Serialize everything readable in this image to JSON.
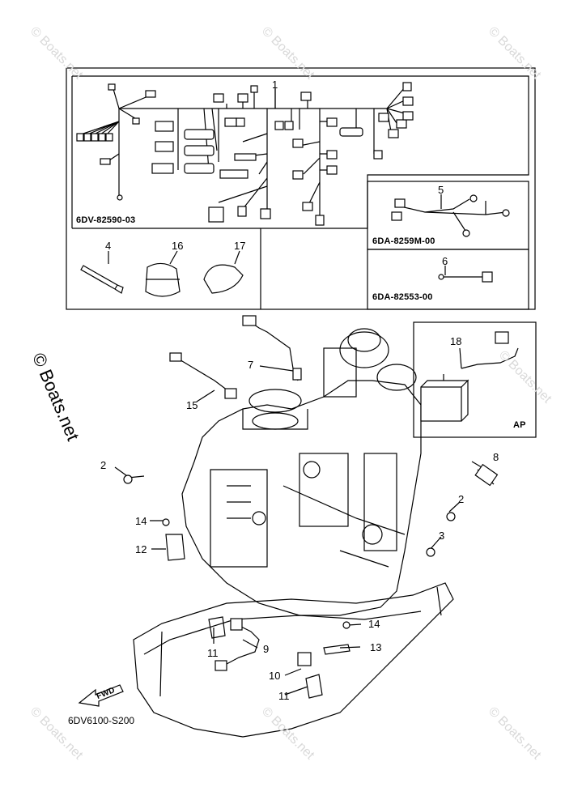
{
  "callouts": {
    "c1": "1",
    "c2a": "2",
    "c2b": "2",
    "c3": "3",
    "c4": "4",
    "c5": "5",
    "c6": "6",
    "c7": "7",
    "c8": "8",
    "c9": "9",
    "c10": "10",
    "c11a": "11",
    "c11b": "11",
    "c12": "12",
    "c13": "13",
    "c14a": "14",
    "c14b": "14",
    "c15": "15",
    "c16": "16",
    "c17": "17",
    "c18": "18"
  },
  "codes": {
    "harness": "6DV-82590-03",
    "sub5": "6DA-8259M-00",
    "sub6": "6DA-82553-00",
    "ap": "AP",
    "fwd": "FWD",
    "diagram_id": "6DV6100-S200"
  },
  "watermarks": {
    "small": "© Boats.net",
    "big": "© Boats.net"
  }
}
